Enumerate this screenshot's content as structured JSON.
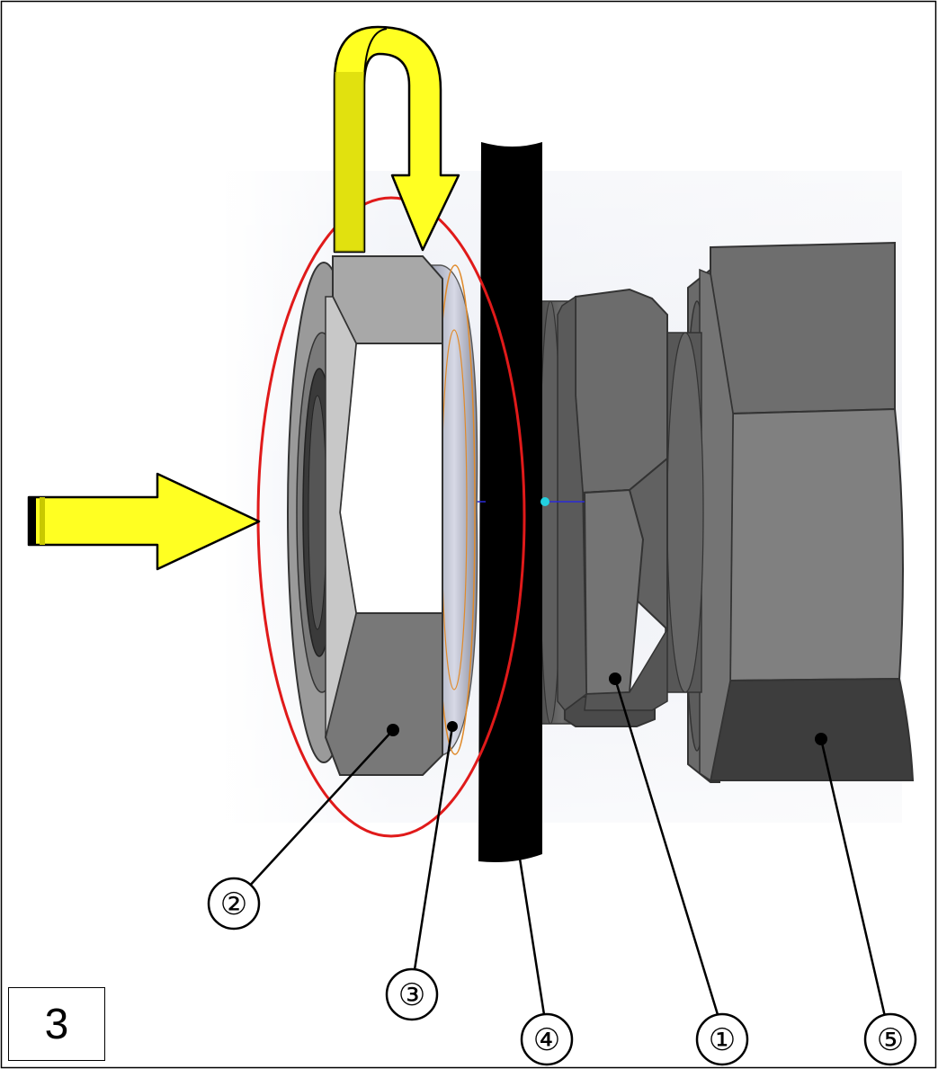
{
  "step_number": "3",
  "callouts": {
    "nut": "②",
    "washer": "③",
    "panel": "④",
    "fitting": "①",
    "body": "⑤"
  },
  "icons": {
    "push_arrow": "arrow-right-icon",
    "rotate_arrow": "rotate-clockwise-icon"
  },
  "colors": {
    "highlight_ellipse": "#e01a1a",
    "arrow_fill": "#ffff22",
    "panel": "#000000",
    "metal_dark": "#555555",
    "metal_mid": "#7a7a7a",
    "metal_light": "#a9a9a9"
  }
}
